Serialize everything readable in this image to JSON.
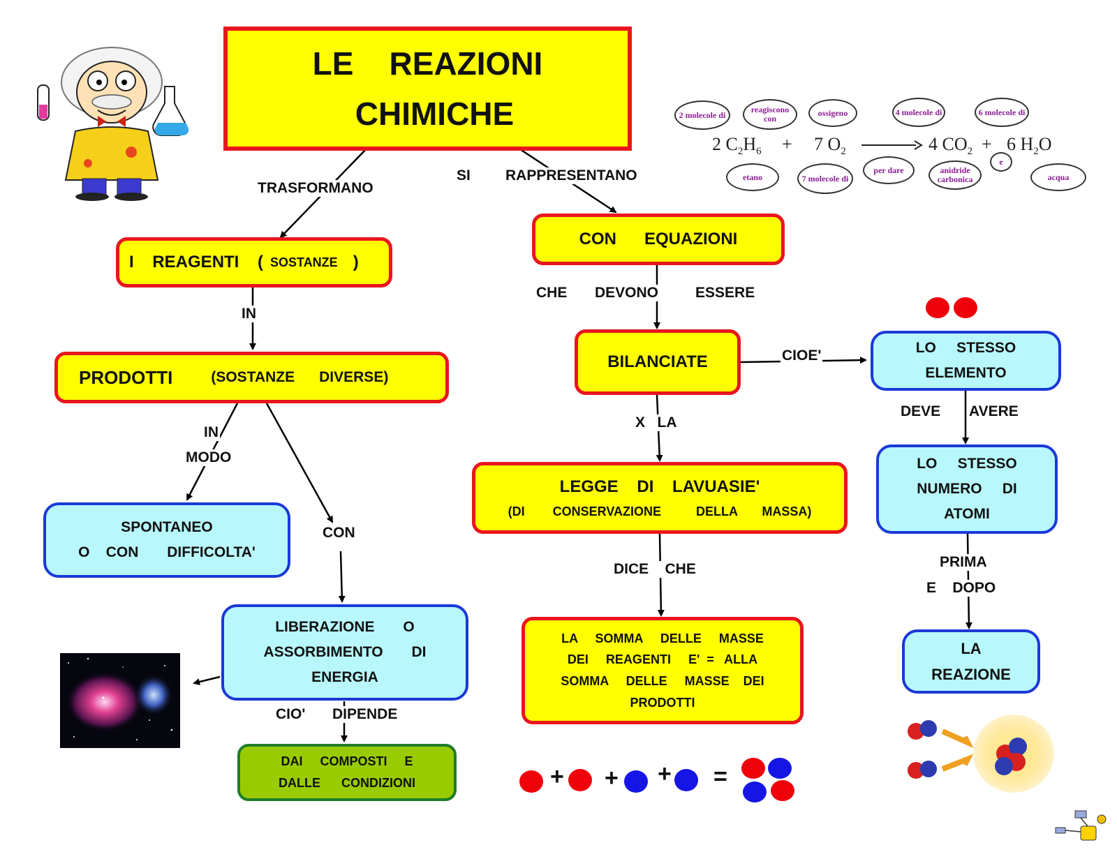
{
  "title": {
    "line1": "LE    REAZIONI",
    "line2": "CHIMICHE"
  },
  "nodes": {
    "reagenti": {
      "main": "I    REAGENTI    (",
      "small": "SOSTANZE",
      "close": ")"
    },
    "prodotti": {
      "main": "PRODOTTI",
      "small": "(SOSTANZE      DIVERSE)"
    },
    "spontaneo": {
      "line1": "SPONTANEO",
      "line2": "O    CON       DIFFICOLTA'"
    },
    "liberazione": {
      "line1": "LIBERAZIONE       O",
      "line2": "ASSORBIMENTO       DI",
      "line3": "ENERGIA"
    },
    "composti": {
      "line1": "DAI     COMPOSTI     E",
      "line2": "DALLE      CONDIZIONI"
    },
    "equazioni": {
      "text": "CON      EQUAZIONI"
    },
    "bilanciate": {
      "text": "BILANCIATE"
    },
    "legge": {
      "line1": "LEGGE    DI    LAVUASIE'",
      "line2": "(DI        CONSERVAZIONE          DELLA       MASSA)"
    },
    "somma": {
      "line1": "LA     SOMMA     DELLE     MASSE",
      "line2": "DEI     REAGENTI     E'  =   ALLA",
      "line3": "SOMMA     DELLE     MASSE    DEI",
      "line4": "PRODOTTI"
    },
    "stesso_elemento": {
      "line1": "LO     STESSO",
      "line2": "ELEMENTO"
    },
    "stesso_numero": {
      "line1": "LO     STESSO",
      "line2": "NUMERO     DI",
      "line3": "ATOMI"
    },
    "reazione": {
      "line1": "LA",
      "line2": "REAZIONE"
    }
  },
  "links": {
    "trasformano": "TRASFORMANO",
    "si": "SI",
    "rappresentano": "RAPPRESENTANO",
    "in": "IN",
    "in_modo_1": "IN",
    "in_modo_2": "MODO",
    "con": "CON",
    "cio_dipende_1": "CIO'",
    "cio_dipende_2": "DIPENDE",
    "che": "CHE",
    "devono": "DEVONO",
    "essere": "ESSERE",
    "cioe": "CIOE'",
    "x_la": "X   LA",
    "dice_che": "DICE    CHE",
    "deve": "DEVE",
    "avere": "AVERE",
    "prima": "PRIMA",
    "e_dopo": "E    DOPO"
  },
  "equation": {
    "terms": [
      "2 C",
      "2",
      "H",
      "6",
      "+",
      "7 O",
      "2",
      "4 CO",
      "2",
      "+",
      "6 H",
      "2",
      "O"
    ],
    "bubbles": [
      "2 molecole di",
      "reagiscono con",
      "ossigeno",
      "4 molecole di",
      "6 molecole di",
      "etano",
      "7 molecole di",
      "per dare",
      "anidride carbonica",
      "e",
      "acqua"
    ]
  },
  "atoms": {
    "plus": "+",
    "equals": "="
  },
  "colors": {
    "node_yellow": "#ffff00",
    "border_red": "#e8161e",
    "node_cyan": "#b8f8fc",
    "border_blue": "#1b39d8",
    "node_green": "#99cc00",
    "atom_red": "#f0000a",
    "atom_blue": "#1515e6"
  }
}
